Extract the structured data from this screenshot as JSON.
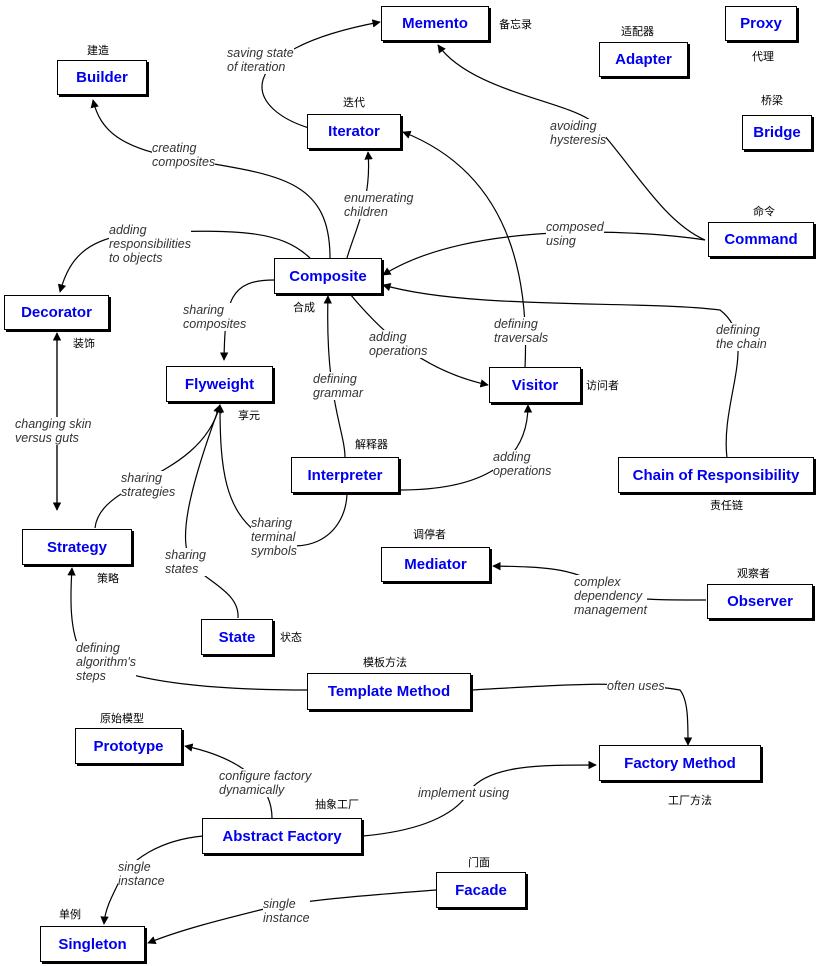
{
  "patterns": {
    "memento": "Memento",
    "builder": "Builder",
    "adapter": "Adapter",
    "proxy": "Proxy",
    "iterator": "Iterator",
    "bridge": "Bridge",
    "command": "Command",
    "composite": "Composite",
    "decorator": "Decorator",
    "flyweight": "Flyweight",
    "visitor": "Visitor",
    "interpreter": "Interpreter",
    "chain": "Chain of Responsibility",
    "strategy": "Strategy",
    "mediator": "Mediator",
    "observer": "Observer",
    "state": "State",
    "template_method": "Template Method",
    "prototype": "Prototype",
    "factory_method": "Factory Method",
    "abstract_factory": "Abstract Factory",
    "facade": "Facade",
    "singleton": "Singleton"
  },
  "chinese": {
    "memento": "备忘录",
    "builder": "建造",
    "adapter": "适配器",
    "proxy": "代理",
    "iterator": "迭代",
    "bridge": "桥梁",
    "command": "命令",
    "composite": "合成",
    "decorator": "装饰",
    "flyweight": "享元",
    "visitor": "访问者",
    "interpreter": "解释器",
    "chain": "责任链",
    "strategy": "策略",
    "mediator": "调停者",
    "observer": "观察者",
    "state": "状态",
    "template_method": "模板方法",
    "prototype": "原始模型",
    "factory_method": "工厂方法",
    "abstract_factory": "抽象工厂",
    "facade": "门面",
    "singleton": "单例"
  },
  "relations": {
    "saving_state": "saving state\nof iteration",
    "creating_composites": "creating\ncomposites",
    "avoiding_hysteresis": "avoiding\nhysteresis",
    "enumerating_children": "enumerating\nchildren",
    "composed_using": "composed\nusing",
    "adding_responsibilities": "adding\nresponsibilities\nto objects",
    "sharing_composites": "sharing\ncomposites",
    "defining_traversals": "defining\ntraversals",
    "defining_chain": "defining\nthe chain",
    "adding_operations_composite": "adding\noperations",
    "defining_grammar": "defining\ngrammar",
    "changing_skin": "changing skin\nversus guts",
    "adding_operations_interpreter": "adding\noperations",
    "sharing_strategies": "sharing\nstrategies",
    "sharing_terminal": "sharing\nterminal\nsymbols",
    "sharing_states": "sharing\nstates",
    "complex_dependency": "complex\ndependency\nmanagement",
    "defining_algorithm": "defining\nalgorithm's\nsteps",
    "often_uses": "often uses",
    "configure_factory": "configure factory\ndynamically",
    "implement_using": "implement using",
    "single_instance_af": "single\ninstance",
    "single_instance_facade": "single\ninstance"
  }
}
